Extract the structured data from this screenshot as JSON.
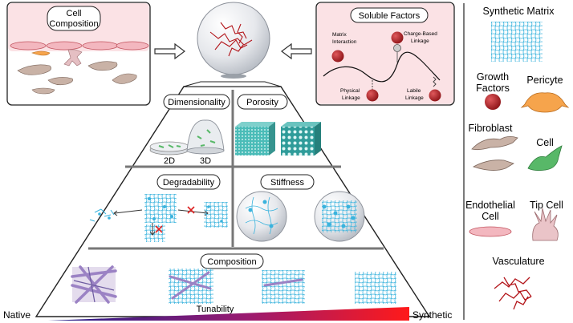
{
  "top": {
    "cell_composition": [
      "Cell",
      "Composition"
    ],
    "soluble_factors": "Soluble Factors",
    "linkage_labels": {
      "matrix_interaction": [
        "Matrix",
        "Interaction"
      ],
      "charge_based": [
        "Charge-Based",
        "Linkage"
      ],
      "physical": [
        "Physical",
        "Linkage"
      ],
      "labile": [
        "Labile",
        "Linkage"
      ]
    }
  },
  "pyramid": {
    "dimensionality": "Dimensionality",
    "dim_2d": "2D",
    "dim_3d": "3D",
    "porosity": "Porosity",
    "degradability": "Degradability",
    "stiffness": "Stiffness",
    "composition": "Composition",
    "native": "Native",
    "tunability": "Tunability",
    "synthetic": "Synthetic"
  },
  "legend": {
    "synthetic_matrix": "Synthetic Matrix",
    "growth_factors": [
      "Growth",
      "Factors"
    ],
    "pericyte": "Pericyte",
    "fibroblast": "Fibroblast",
    "cell": "Cell",
    "endothelial_cell": [
      "Endothelial",
      "Cell"
    ],
    "tip_cell": "Tip Cell",
    "vasculature": "Vasculature"
  },
  "colors": {
    "cell_pink": "#f3b7bf",
    "fibroblast": "#c9b2a6",
    "growth_factor": "#b32025",
    "pericyte": "#f6a44c",
    "cell_green": "#58b868",
    "matrix_blue": "#3ab3dd",
    "vessel_red": "#b3161b",
    "porosity_teal": "#3fb0ad",
    "gradient_start": "#1e1e8c",
    "gradient_end": "#ff1a1a"
  }
}
